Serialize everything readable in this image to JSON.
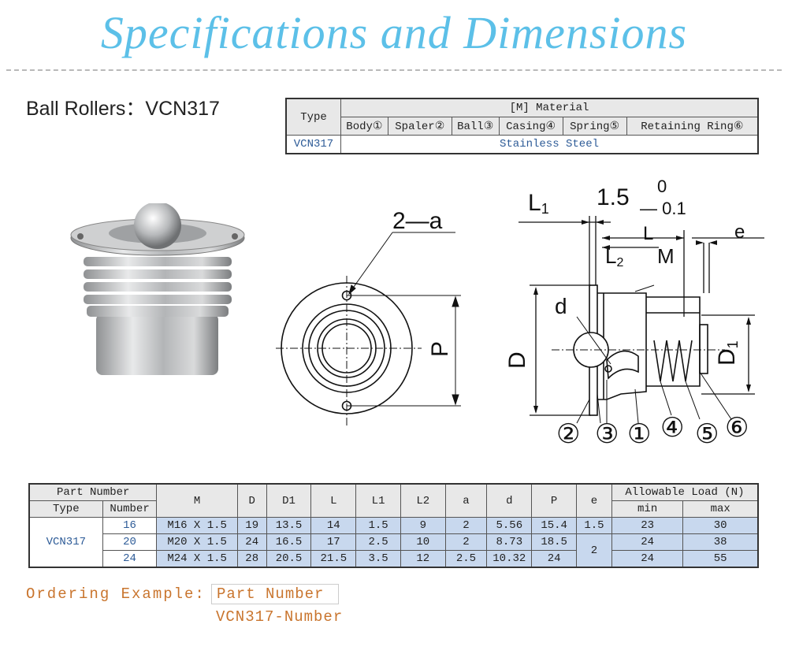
{
  "title": "Specifications and Dimensions",
  "product_label": "Ball Rollers：VCN317",
  "material_table": {
    "type_header": "Type",
    "material_header": "[M] Material",
    "parts": [
      "Body①",
      "Spaler②",
      "Ball③",
      "Casing④",
      "Spring⑤",
      "Retaining Ring⑥"
    ],
    "type_value": "VCN317",
    "material_value": "Stainless Steel"
  },
  "drawing_labels": {
    "front_a": "2—a",
    "front_p": "P",
    "L1": "L",
    "L1_sub": "1",
    "tol_main": "1.5",
    "tol_upper": "0",
    "tol_lower": "— 0.1",
    "L": "L",
    "e": "e",
    "L2": "L",
    "L2_sub": "2",
    "M": "M",
    "d": "d",
    "D": "D",
    "D1": "D",
    "D1_sub": "1",
    "c1": "②",
    "c2": "③",
    "c3": "①",
    "c4": "④",
    "c5": "⑤",
    "c6": "⑥"
  },
  "spec_table": {
    "headers": {
      "part_number": "Part Number",
      "type": "Type",
      "number": "Number",
      "M": "M",
      "D": "D",
      "D1": "D1",
      "L": "L",
      "L1": "L1",
      "L2": "L2",
      "a": "a",
      "d": "d",
      "P": "P",
      "e": "e",
      "allowable_load": "Allowable Load (N)",
      "min": "min",
      "max": "max"
    },
    "type_value": "VCN317",
    "rows": [
      {
        "number": "16",
        "M": "M16 X 1.5",
        "D": "19",
        "D1": "13.5",
        "L": "14",
        "L1": "1.5",
        "L2": "9",
        "a": "2",
        "d": "5.56",
        "P": "15.4",
        "e": "1.5",
        "min": "23",
        "max": "30"
      },
      {
        "number": "20",
        "M": "M20 X 1.5",
        "D": "24",
        "D1": "16.5",
        "L": "17",
        "L1": "2.5",
        "L2": "10",
        "a": "2",
        "d": "8.73",
        "P": "18.5",
        "e": "2",
        "min": "24",
        "max": "38"
      },
      {
        "number": "24",
        "M": "M24 X 1.5",
        "D": "28",
        "D1": "20.5",
        "L": "21.5",
        "L1": "3.5",
        "L2": "12",
        "a": "2.5",
        "d": "10.32",
        "P": "24",
        "min": "24",
        "max": "55"
      }
    ]
  },
  "ordering": {
    "label": "Ordering Example:",
    "part_number_label": "Part Number",
    "code": "VCN317-Number"
  },
  "colors": {
    "title": "#5cc0e8",
    "ordering": "#c9752e",
    "table_blue_text": "#2d5b97",
    "value_fill": "#c8d8ee"
  }
}
